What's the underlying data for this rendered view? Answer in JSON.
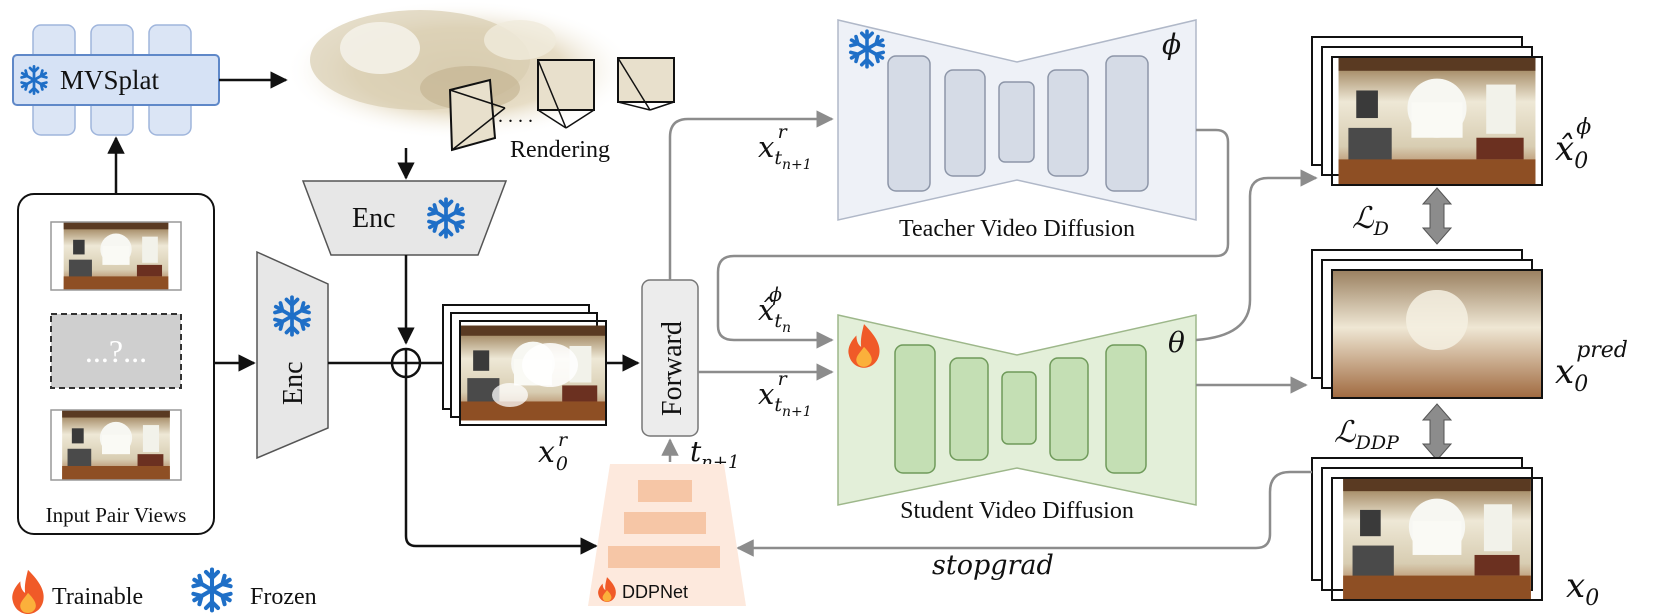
{
  "mvsplat": {
    "label": "MVSplat"
  },
  "input": {
    "caption": "Input Pair Views",
    "missing": "...?..."
  },
  "rendering": {
    "label": "Rendering"
  },
  "enc_top": {
    "label": "Enc"
  },
  "enc_left": {
    "label": "Enc"
  },
  "forward": {
    "label": "Forward"
  },
  "ddpnet": {
    "label": "DDPNet"
  },
  "teacher": {
    "label": "Teacher Video Diffusion",
    "param": "ϕ"
  },
  "student": {
    "label": "Student Video Diffusion",
    "param": "θ"
  },
  "math": {
    "x0r_base": "x",
    "x0r_sub": "0",
    "x0r_sup": "r",
    "xtr_base": "x",
    "xtr_sub": "t",
    "xtr_subsub": "n+1",
    "xtr_sup": "r",
    "xhat_tn_base": "x̂",
    "xhat_tn_sub": "t",
    "xhat_tn_subsub": "n",
    "xhat_tn_sup": "ϕ",
    "tn1_base": "t",
    "tn1_sub": "n+1",
    "xhat0_base": "x̂",
    "xhat0_sub": "0",
    "xhat0_sup": "ϕ",
    "xpred_base": "x",
    "xpred_sub": "0",
    "xpred_sup": "pred",
    "x0_base": "x",
    "x0_sub": "0",
    "loss_d_base": "ℒ",
    "loss_d_sub": "D",
    "loss_ddp_base": "ℒ",
    "loss_ddp_sub": "DDP",
    "stopgrad": "stopgrad"
  },
  "legend": {
    "trainable": "Trainable",
    "frozen": "Frozen"
  },
  "colors": {
    "mvsplat_fill": "#dbe5f5",
    "mvsplat_stroke": "#5f88c8",
    "teacher_fill": "#eef1f7",
    "teacher_block": "#d5dbe6",
    "student_fill": "#e3efd9",
    "student_block": "#c4dfb4",
    "ddp_fill": "#fde9dd",
    "ddp_block": "#f6c6a6",
    "snowflake": "#1f6fc7",
    "arrow_gray": "#8c8c8c"
  }
}
